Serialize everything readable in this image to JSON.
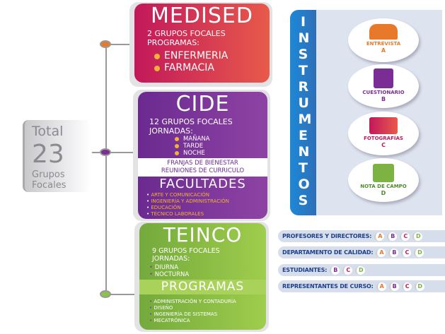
{
  "total": {
    "label": "Total",
    "number": "23",
    "line1": "Grupos",
    "line2": "Focales"
  },
  "colors": {
    "medised": "#c2185b",
    "cide": "#6b2a90",
    "teinco": "#74aa3c",
    "instruments": "#1e88d6",
    "A": "#e8792b",
    "B": "#7b2d96",
    "C": "#d0265e",
    "D": "#7cb342"
  },
  "medised": {
    "title": "MEDISED",
    "groups": "2 GRUPOS  FOCALES",
    "programs_label": "PROGRAMAS:",
    "programs": [
      "ENFERMERIA",
      "FARMACIA"
    ]
  },
  "cide": {
    "title": "CIDE",
    "groups": "12 GRUPOS FOCALES",
    "jornadas_label": "JORNADAS:",
    "jornadas": [
      "MAÑANA",
      "TARDE",
      "NOCHE"
    ],
    "band": [
      "FRANJAS DE BIENESTAR",
      "REUNIONES DE CURRICULO"
    ],
    "facultades_title": "FACULTADES",
    "facultades": [
      "ARTE Y COMUNICACIÓN",
      "INGENIERÍA Y ADMINISTRACIÓN",
      "EDUCACIÓN",
      "TÉCNICO LABORALES"
    ]
  },
  "teinco": {
    "title": "TEINCO",
    "groups": "9  GRUPOS FOCALES",
    "jornadas_label": "JORNADAS:",
    "jornadas": [
      "DIURNA",
      "NOCTURNA"
    ],
    "programas_title": "PROGRAMAS",
    "programas": [
      "ADMINISTRACIÓN Y CONTADURÍA",
      "DISEÑO",
      "INGENIERÍA DE SISTEMAS",
      "MECATRÓNICA"
    ]
  },
  "instruments": {
    "title": "INSTRUMENTOS",
    "items": [
      {
        "label": "ENTREVISTA",
        "letter": "A",
        "icon": "interview-icon"
      },
      {
        "label": "CUESTIONARIO",
        "letter": "B",
        "icon": "clipboard-icon"
      },
      {
        "label": "FOTOGRAFÍAS",
        "letter": "C",
        "icon": "camera-icon"
      },
      {
        "label": "NOTA DE CAMPO",
        "letter": "D",
        "icon": "notebook-icon"
      }
    ]
  },
  "assignments": [
    {
      "label": "PROFESORES Y DIRECTORES:",
      "letters": [
        "A",
        "B",
        "C",
        "D"
      ]
    },
    {
      "label": "DEPARTAMENTO DE CALIDAD:",
      "letters": [
        "A",
        "B",
        "C",
        "D"
      ]
    },
    {
      "label": "ESTUDIANTES:",
      "letters": [
        "B",
        "C",
        "D"
      ]
    },
    {
      "label": "REPRESENTANTES DE CURSO:",
      "letters": [
        "A",
        "B",
        "C",
        "D"
      ]
    }
  ]
}
